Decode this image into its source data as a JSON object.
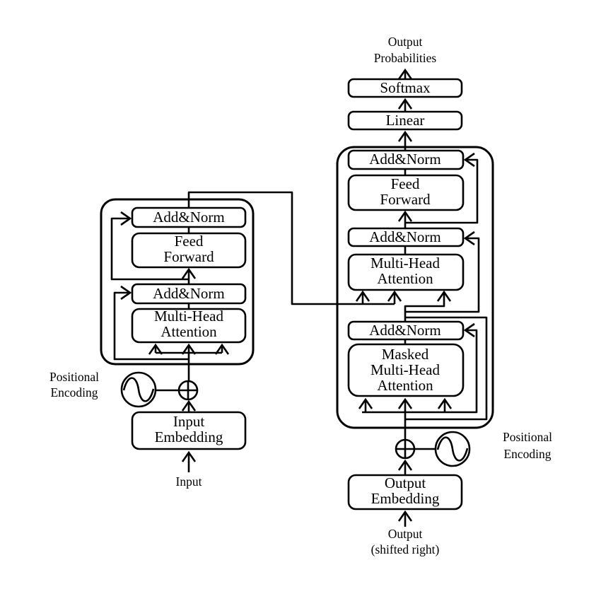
{
  "labels": {
    "output_probabilities": [
      "Output",
      "Probabilities"
    ],
    "softmax": "Softmax",
    "linear": "Linear",
    "add_norm": "Add&Norm",
    "feed_forward": [
      "Feed",
      "Forward"
    ],
    "multi_head_attention": [
      "Multi-Head",
      "Attention"
    ],
    "masked_multi_head_attention": [
      "Masked",
      "Multi-Head",
      "Attention"
    ],
    "positional_encoding": [
      "Positional",
      "Encoding"
    ],
    "input_embedding": [
      "Input",
      "Embedding"
    ],
    "output_embedding": [
      "Output",
      "Embedding"
    ],
    "input": "Input",
    "output_shifted": [
      "Output",
      "(shifted right)"
    ]
  },
  "colors": {
    "line": "#000000",
    "background": "#ffffff",
    "box_fill": "#ffffff"
  }
}
